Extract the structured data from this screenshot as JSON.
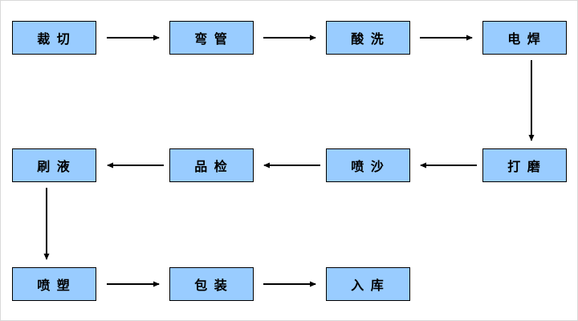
{
  "colors": {
    "background": "#FFFFFF",
    "box_fill": "#99CCFF",
    "box_border": "#000000",
    "arrow": "#000000",
    "text": "#000000"
  },
  "flowchart": {
    "title": "",
    "nodes": [
      {
        "id": "cutting",
        "label": "裁 切"
      },
      {
        "id": "pipe-bending",
        "label": "弯 管"
      },
      {
        "id": "acid-washing",
        "label": "酸 洗"
      },
      {
        "id": "welding",
        "label": "电 焊"
      },
      {
        "id": "grinding",
        "label": "打 磨"
      },
      {
        "id": "sandblasting",
        "label": "喷 沙"
      },
      {
        "id": "quality-inspection",
        "label": "品 检"
      },
      {
        "id": "liquid-brushing",
        "label": "刷 液"
      },
      {
        "id": "plastic-spraying",
        "label": "喷 塑"
      },
      {
        "id": "packaging",
        "label": "包 装"
      },
      {
        "id": "warehousing",
        "label": "入 库"
      }
    ],
    "edges": [
      {
        "from": "cutting",
        "to": "pipe-bending",
        "direction": "right"
      },
      {
        "from": "pipe-bending",
        "to": "acid-washing",
        "direction": "right"
      },
      {
        "from": "acid-washing",
        "to": "welding",
        "direction": "right"
      },
      {
        "from": "welding",
        "to": "grinding",
        "direction": "down"
      },
      {
        "from": "grinding",
        "to": "sandblasting",
        "direction": "left"
      },
      {
        "from": "sandblasting",
        "to": "quality-inspection",
        "direction": "left"
      },
      {
        "from": "quality-inspection",
        "to": "liquid-brushing",
        "direction": "left"
      },
      {
        "from": "liquid-brushing",
        "to": "plastic-spraying",
        "direction": "down"
      },
      {
        "from": "plastic-spraying",
        "to": "packaging",
        "direction": "right"
      },
      {
        "from": "packaging",
        "to": "warehousing",
        "direction": "right"
      }
    ]
  }
}
